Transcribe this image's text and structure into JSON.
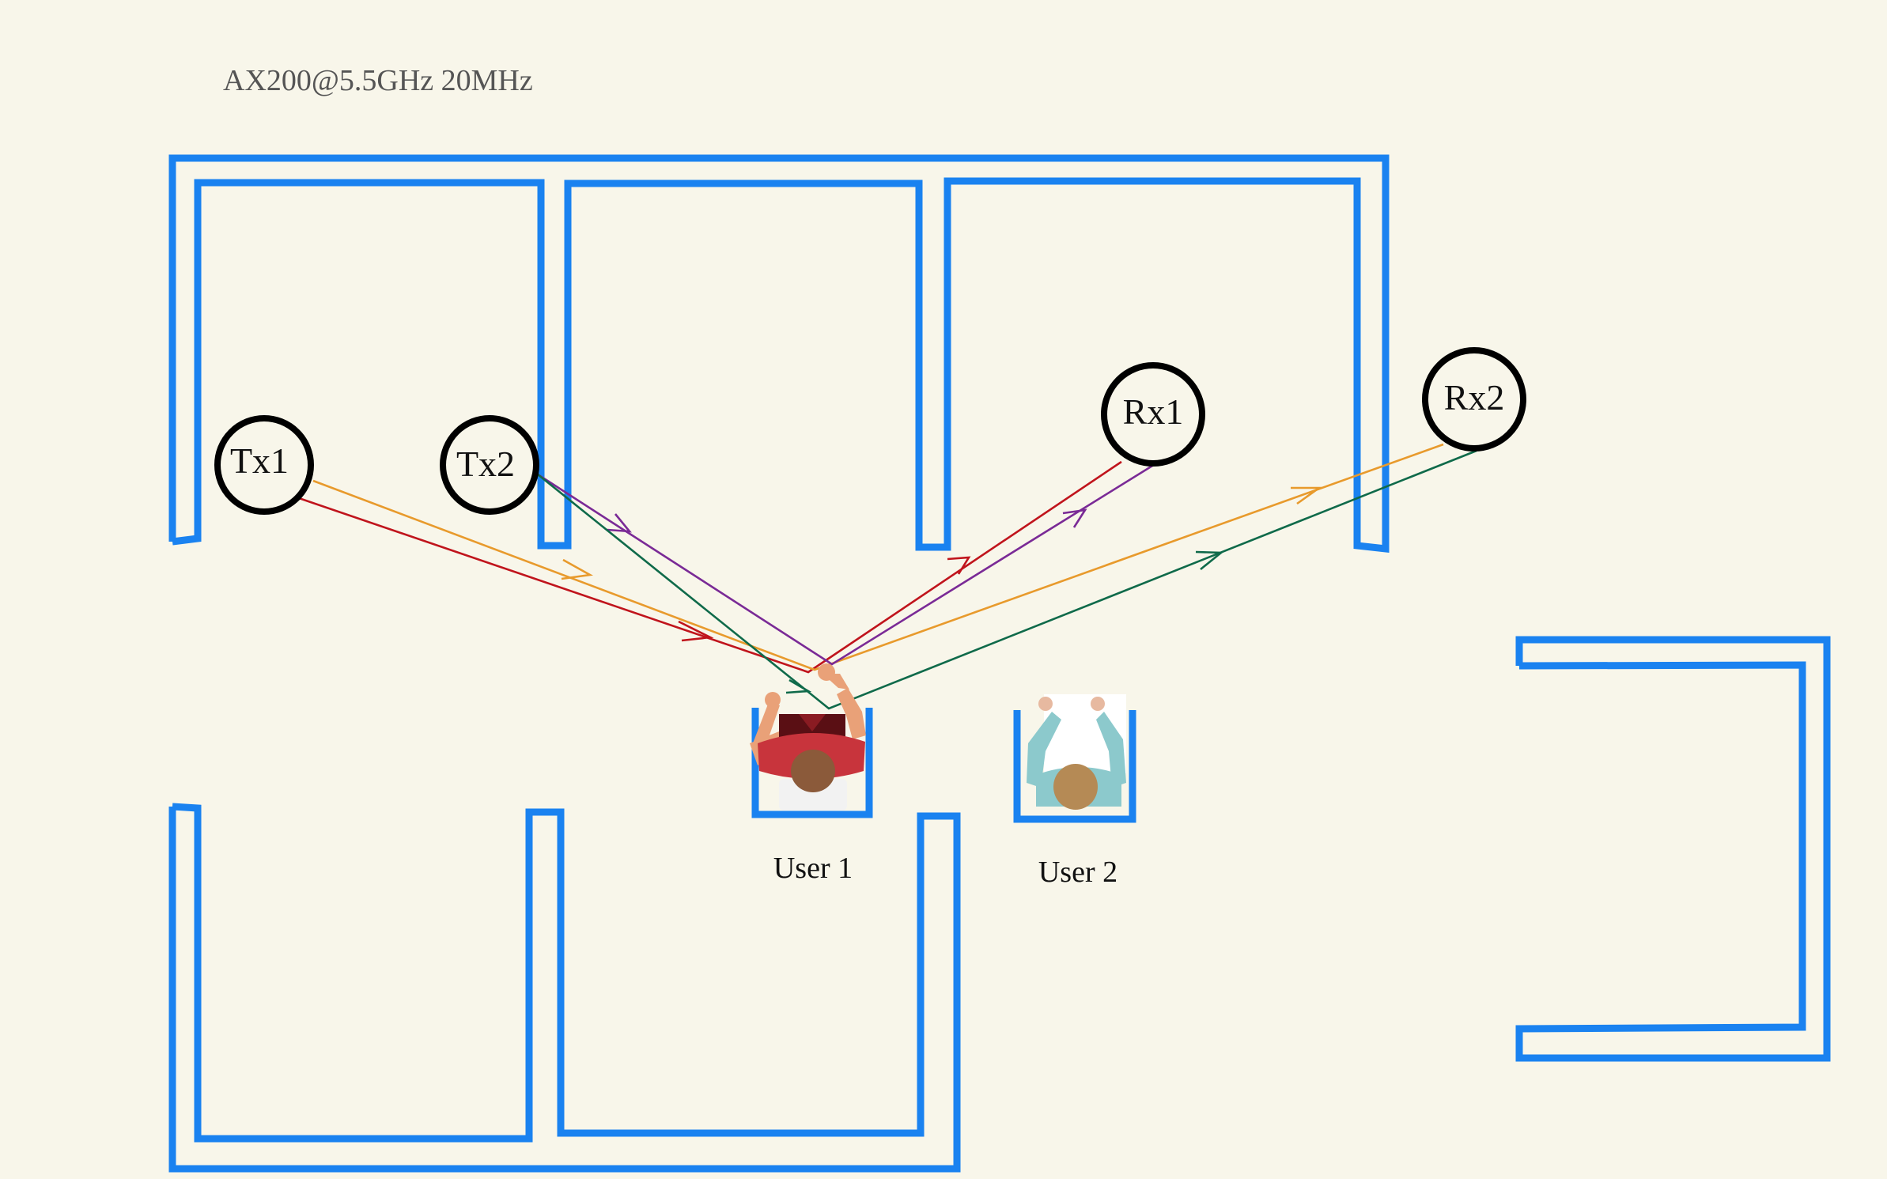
{
  "header": {
    "config_label": "AX200@5.5GHz  20MHz"
  },
  "nodes": [
    {
      "id": "tx1",
      "label": "Tx1"
    },
    {
      "id": "tx2",
      "label": "Tx2"
    },
    {
      "id": "rx1",
      "label": "Rx1"
    },
    {
      "id": "rx2",
      "label": "Rx2"
    }
  ],
  "users": [
    {
      "id": "user1",
      "label": "User 1",
      "shirt": "#c8343c",
      "skin": "#e9a178",
      "hair": "#8b5a3a",
      "laptop": "#5a0f14"
    },
    {
      "id": "user2",
      "label": "User 2",
      "shirt": "#8cc9cc",
      "skin": "#e7b9a0",
      "hair": "#b58a55",
      "laptop": "#ffffff"
    }
  ],
  "paths": [
    {
      "id": "tx1-rx1",
      "from": "tx1",
      "to": "rx1",
      "color": "#c0141c"
    },
    {
      "id": "tx1-rx2",
      "from": "tx1",
      "to": "rx2",
      "color": "#e89a2c"
    },
    {
      "id": "tx2-rx1",
      "from": "tx2",
      "to": "rx1",
      "color": "#7a2a96"
    },
    {
      "id": "tx2-rx2",
      "from": "tx2",
      "to": "rx2",
      "color": "#0f6a4a"
    }
  ],
  "colors": {
    "wall": "#1a82f0",
    "node_ring": "#000000",
    "background": "#f8f6ea",
    "label_gray": "#555555"
  }
}
